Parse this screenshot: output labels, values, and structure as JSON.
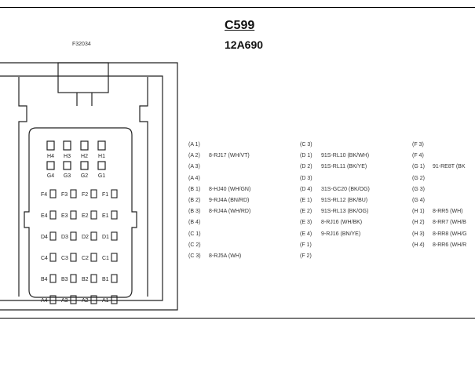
{
  "header": {
    "connector_id": "C599",
    "part_number": "12A690",
    "figure_id": "F32034"
  },
  "connector_face": {
    "top_pins": [
      {
        "label": "H4"
      },
      {
        "label": "H3"
      },
      {
        "label": "H2"
      },
      {
        "label": "H1"
      }
    ],
    "second_pins": [
      {
        "label": "G4"
      },
      {
        "label": "G3"
      },
      {
        "label": "G2"
      },
      {
        "label": "G1"
      }
    ],
    "grid_rows": [
      [
        "F4",
        "F3",
        "F2",
        "F1"
      ],
      [
        "E4",
        "E3",
        "E2",
        "E1"
      ],
      [
        "D4",
        "D3",
        "D2",
        "D1"
      ],
      [
        "C4",
        "C3",
        "C2",
        "C1"
      ],
      [
        "B4",
        "B3",
        "B2",
        "B1"
      ],
      [
        "A4",
        "A3",
        "A2",
        "A1"
      ]
    ]
  },
  "pinout": {
    "columns": [
      [
        {
          "pin": "(A 1)",
          "circuit": ""
        },
        {
          "pin": "(A 2)",
          "circuit": "8-RJ17 (WH/VT)"
        },
        {
          "pin": "(A 3)",
          "circuit": ""
        },
        {
          "pin": "(A 4)",
          "circuit": ""
        },
        {
          "pin": "(B 1)",
          "circuit": "8-HJ40 (WH/GN)"
        },
        {
          "pin": "(B 2)",
          "circuit": "9-RJ4A (BN/RD)"
        },
        {
          "pin": "(B 3)",
          "circuit": "8-RJ4A (WH/RD)"
        },
        {
          "pin": "(B 4)",
          "circuit": ""
        },
        {
          "pin": "(C 1)",
          "circuit": ""
        },
        {
          "pin": "(C 2)",
          "circuit": ""
        },
        {
          "pin": "(C 3)",
          "circuit": "8-RJ5A (WH)"
        }
      ],
      [
        {
          "pin": "(C 3)",
          "circuit": ""
        },
        {
          "pin": "(D 1)",
          "circuit": "91S-RL10 (BK/WH)"
        },
        {
          "pin": "(D 2)",
          "circuit": "91S-RL11 (BK/YE)"
        },
        {
          "pin": "(D 3)",
          "circuit": ""
        },
        {
          "pin": "(D 4)",
          "circuit": "31S-GC20 (BK/OG)"
        },
        {
          "pin": "(E 1)",
          "circuit": "91S-RL12 (BK/BU)"
        },
        {
          "pin": "(E 2)",
          "circuit": "91S-RL13 (BK/OG)"
        },
        {
          "pin": "(E 3)",
          "circuit": "8-RJ16 (WH/BK)"
        },
        {
          "pin": "(E 4)",
          "circuit": "9-RJ16 (BN/YE)"
        },
        {
          "pin": "(F 1)",
          "circuit": ""
        },
        {
          "pin": "(F 2)",
          "circuit": ""
        }
      ],
      [
        {
          "pin": "(F 3)",
          "circuit": ""
        },
        {
          "pin": "(F 4)",
          "circuit": ""
        },
        {
          "pin": "(G 1)",
          "circuit": "91-RE8T (BK"
        },
        {
          "pin": "(G 2)",
          "circuit": ""
        },
        {
          "pin": "(G 3)",
          "circuit": ""
        },
        {
          "pin": "(G 4)",
          "circuit": ""
        },
        {
          "pin": "(H 1)",
          "circuit": "8-RR5 (WH)"
        },
        {
          "pin": "(H 2)",
          "circuit": "8-RR7 (WH/B"
        },
        {
          "pin": "(H 3)",
          "circuit": "8-RR8 (WH/G"
        },
        {
          "pin": "(H 4)",
          "circuit": "8-RR6 (WH/R"
        }
      ]
    ]
  }
}
